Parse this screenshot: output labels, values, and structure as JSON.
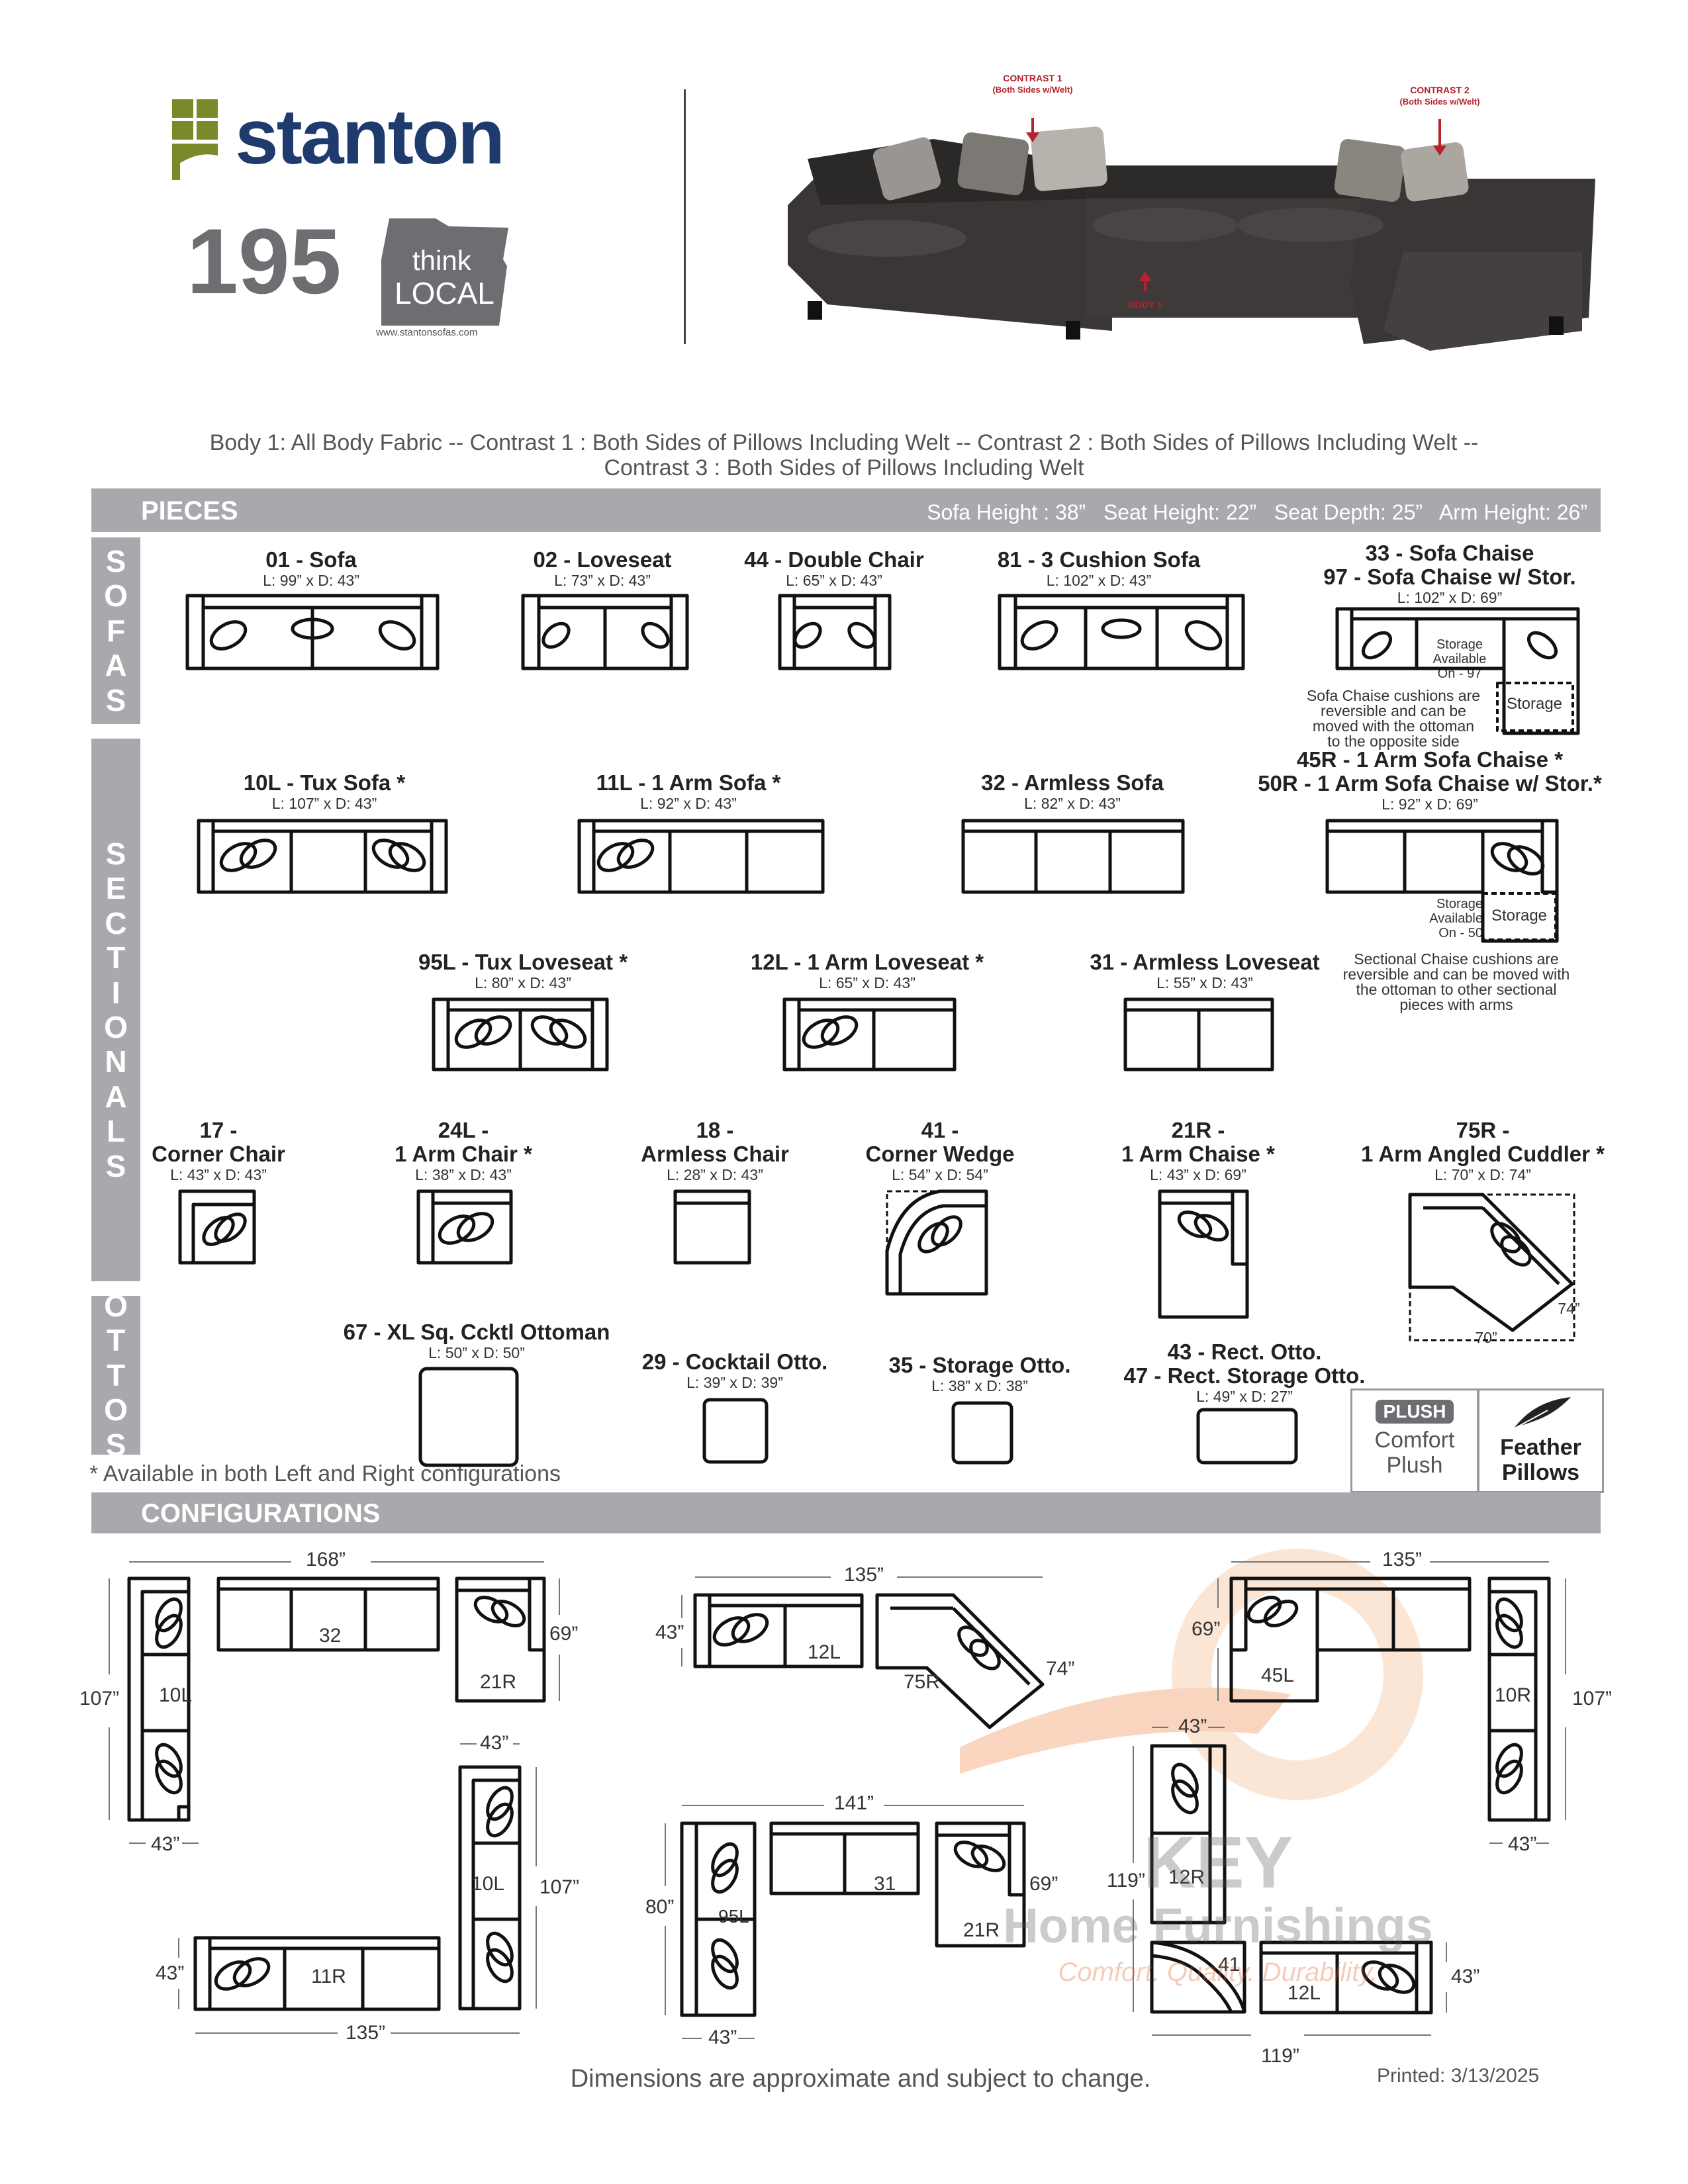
{
  "header": {
    "brand": "stanton",
    "model_number": "195",
    "badge_line1": "think",
    "badge_line2": "LOCAL",
    "website": "www.stantonsofas.com",
    "photo_labels": {
      "contrast1": "CONTRAST 1",
      "contrast1_sub": "(Both Sides w/Welt)",
      "contrast2": "CONTRAST 2",
      "contrast2_sub": "(Both Sides w/Welt)",
      "body1": "BODY 1"
    }
  },
  "fabric_note": {
    "line1": "Body 1: All Body Fabric -- Contrast 1 : Both Sides of Pillows Including Welt -- Contrast 2 : Both Sides of Pillows Including Welt --",
    "line2": "Contrast 3 : Both Sides of Pillows Including Welt"
  },
  "pieces_bar": {
    "title": "PIECES",
    "specs": "Sofa Height : 38”   Seat Height: 22”   Seat Depth: 25”   Arm Height: 26”"
  },
  "sections": {
    "sofas": [
      "S",
      "O",
      "F",
      "A",
      "S"
    ],
    "sectionals": [
      "S",
      "E",
      "C",
      "T",
      "I",
      "O",
      "N",
      "A",
      "L",
      "S"
    ],
    "ottos": [
      "O",
      "T",
      "T",
      "O",
      "S"
    ]
  },
  "pieces": {
    "p01": {
      "title": "01 - Sofa",
      "dim": "L: 99” x D: 43”"
    },
    "p02": {
      "title": "02 - Loveseat",
      "dim": "L: 73” x D: 43”"
    },
    "p44": {
      "title": "44 - Double Chair",
      "dim": "L: 65” x D: 43”"
    },
    "p81": {
      "title": "81 - 3 Cushion Sofa",
      "dim": "L: 102” x D: 43”"
    },
    "p33": {
      "title": "33 - Sofa Chaise",
      "title2": "97 - Sofa Chaise w/ Stor.",
      "dim": "L: 102” x D: 69”",
      "storage_avail": [
        "Storage",
        "Available",
        "On - 97"
      ],
      "storage": "Storage",
      "note": [
        "Sofa Chaise cushions are",
        "reversible and can be",
        "moved with the ottoman",
        "to the opposite side"
      ]
    },
    "p10l": {
      "title": "10L - Tux Sofa *",
      "dim": "L: 107” x D: 43”"
    },
    "p11l": {
      "title": "11L - 1 Arm Sofa *",
      "dim": "L: 92” x D: 43”"
    },
    "p32": {
      "title": "32 - Armless Sofa",
      "dim": "L: 82” x D: 43”"
    },
    "p45r": {
      "title": "45R - 1 Arm Sofa Chaise *",
      "title2": "50R - 1 Arm Sofa Chaise w/ Stor.*",
      "dim": "L: 92” x D: 69”",
      "storage_avail": [
        "Storage",
        "Available",
        "On - 50"
      ],
      "storage": "Storage",
      "note": [
        "Sectional Chaise cushions are",
        "reversible and can be moved with",
        "the ottoman to other sectional",
        "pieces with arms"
      ]
    },
    "p95l": {
      "title": "95L - Tux Loveseat *",
      "dim": "L: 80” x D: 43”"
    },
    "p12l": {
      "title": "12L - 1 Arm Loveseat *",
      "dim": "L: 65” x D: 43”"
    },
    "p31": {
      "title": "31 - Armless Loveseat",
      "dim": "L: 55” x D: 43”"
    },
    "p17": {
      "title": "17 -",
      "title2": "Corner Chair",
      "dim": "L: 43” x D: 43”"
    },
    "p24l": {
      "title": "24L -",
      "title2": "1 Arm Chair *",
      "dim": "L: 38” x D: 43”"
    },
    "p18": {
      "title": "18 -",
      "title2": "Armless Chair",
      "dim": "L: 28” x D: 43”"
    },
    "p41": {
      "title": "41 -",
      "title2": "Corner Wedge",
      "dim": "L: 54” x D: 54”"
    },
    "p21r": {
      "title": "21R -",
      "title2": "1 Arm Chaise *",
      "dim": "L: 43” x D: 69”"
    },
    "p75r": {
      "title": "75R -",
      "title2": "1 Arm Angled Cuddler *",
      "dim": "L: 70” x D: 74”",
      "d1": "74”",
      "d2": "70”"
    },
    "p67": {
      "title": "67 - XL Sq. Ccktl Ottoman",
      "dim": "L: 50” x D: 50”"
    },
    "p29": {
      "title": "29 - Cocktail Otto.",
      "dim": "L: 39” x D: 39”"
    },
    "p35": {
      "title": "35 - Storage Otto.",
      "dim": "L: 38” x D: 38”"
    },
    "p43": {
      "title": "43 - Rect. Otto.",
      "title2": "47 - Rect. Storage Otto.",
      "dim": "L: 49” x D: 27”"
    }
  },
  "available_note": "* Available in both Left and Right configurations",
  "badges": {
    "plush_tag": "PLUSH",
    "plush_line1": "Comfort",
    "plush_line2": "Plush",
    "feather_line1": "Feather",
    "feather_line2": "Pillows"
  },
  "configs_bar": {
    "title": "CONFIGURATIONS"
  },
  "configs": {
    "c1": {
      "w": "168”",
      "l": "107”",
      "d1": "43”",
      "d2": "69”",
      "a": "32",
      "b": "10L",
      "c": "21R"
    },
    "c2": {
      "w": "135”",
      "d1": "43”",
      "d2": "74”",
      "a": "12L",
      "b": "75R"
    },
    "c3": {
      "w": "135”",
      "d1": "69”",
      "l": "107”",
      "d2": "43”",
      "a": "45L",
      "b": "10R"
    },
    "c4": {
      "d1": "43”",
      "l": "107”",
      "d2": "43”",
      "w": "135”",
      "a": "10L",
      "b": "11R"
    },
    "c5": {
      "w": "141”",
      "d1": "80”",
      "d2": "69”",
      "d3": "43”",
      "a": "95L",
      "b": "31",
      "c": "21R"
    },
    "c6": {
      "d1": "43”",
      "l": "119”",
      "d2": "43”",
      "w": "119”",
      "a": "12R",
      "b": "41",
      "c": "12L"
    }
  },
  "watermark": {
    "line1": "KEY",
    "line2": "Home Furnishings",
    "line3": "Comfort. Quality. Durability."
  },
  "footer": {
    "disclaimer": "Dimensions are approximate and subject to change.",
    "printed": "Printed: 3/13/2025"
  },
  "colors": {
    "bar": "#a7a9ac",
    "brand_blue": "#1f3b6e",
    "brand_green": "#7a8a2a",
    "contrast_label": "#b5222a"
  }
}
